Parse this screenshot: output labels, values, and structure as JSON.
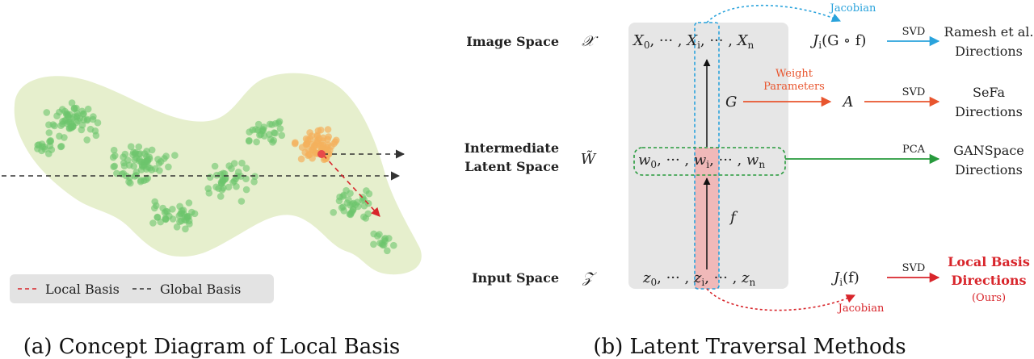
{
  "panel_a": {
    "caption": "(a) Concept Diagram of Local Basis",
    "legend": {
      "local_basis": "Local Basis",
      "global_basis": "Global Basis"
    },
    "colors": {
      "blob": "#e6efcd",
      "green_dots": "#6cc46c",
      "orange_dots": "#f3b15c",
      "local_arrow": "#d8252b",
      "global_arrow": "#333333",
      "legend_bg": "#e3e3e3"
    }
  },
  "panel_b": {
    "caption": "(b) Latent Traversal Methods",
    "spaces": {
      "image": {
        "label": "Image Space",
        "symbol": "𝒳"
      },
      "intermediate_line1": "Intermediate",
      "intermediate_line2": "Latent Space",
      "intermediate_symbol": "W̃",
      "input": {
        "label": "Input Space",
        "symbol": "𝒵"
      }
    },
    "sequences": {
      "x": [
        "X",
        "0",
        ", ··· , ",
        "X",
        "i",
        ", ··· , ",
        "X",
        "n"
      ],
      "w": [
        "w",
        "0",
        ", ··· , ",
        "w",
        "i",
        ", ··· , ",
        "w",
        "n"
      ],
      "z": [
        "z",
        "0",
        ", ··· , ",
        "z",
        "i",
        ", ··· , ",
        "z",
        "n"
      ]
    },
    "maps": {
      "generator": "G",
      "mapping": "f"
    },
    "methods": {
      "ramesh": {
        "jacobian_label": "Jacobian",
        "source": "J",
        "source_sub": "i",
        "source_rest": "(G ∘ f)",
        "op": "SVD",
        "result_line1": "Ramesh et al.",
        "result_line2": "Directions",
        "color": "#2aa3dc"
      },
      "sefa": {
        "weight_line1": "Weight",
        "weight_line2": "Parameters",
        "source": "A",
        "op": "SVD",
        "result_line1": "SeFa",
        "result_line2": "Directions",
        "color": "#e8552e"
      },
      "ganspace": {
        "op": "PCA",
        "result_line1": "GANSpace",
        "result_line2": "Directions",
        "color": "#279a3c"
      },
      "ours": {
        "jacobian_label": "Jacobian",
        "source": "J",
        "source_sub": "i",
        "source_rest": "(f)",
        "op": "SVD",
        "result_line1": "Local Basis",
        "result_line2": "Directions",
        "result_line3": "(Ours)",
        "color": "#d8252b"
      }
    },
    "colors": {
      "column_bg": "#e6e6e6",
      "highlight": "#f0b9b9",
      "text": "#222222"
    }
  }
}
